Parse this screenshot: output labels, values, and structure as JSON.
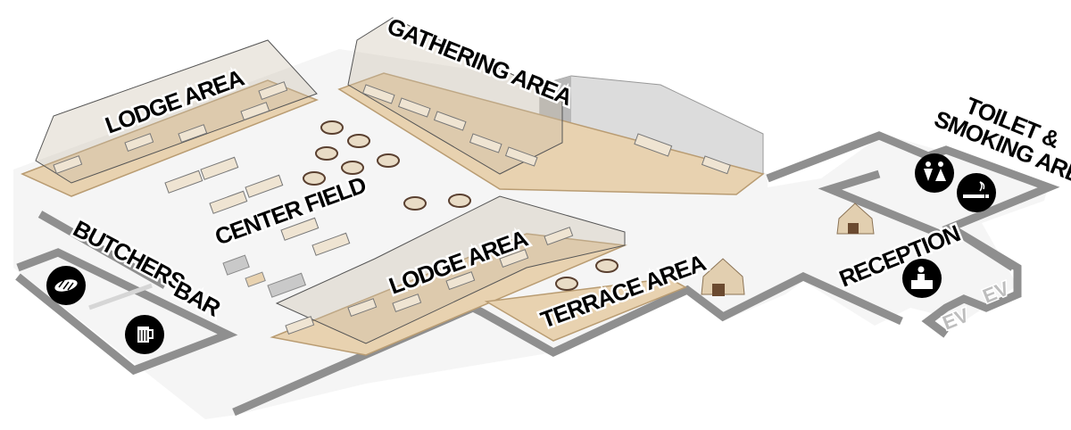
{
  "map": {
    "areas": {
      "lodge_area_top": "LODGE AREA",
      "gathering_area": "GATHERING AREA",
      "center_field": "CENTER FIELD",
      "lodge_area_middle": "LODGE AREA",
      "terrace_area": "TERRACE AREA",
      "butchers": "BUTCHERS",
      "bar": "BAR",
      "toilet_line1": "TOILET &",
      "toilet_line2": "SMOKING AREA",
      "reception": "RECEPTION",
      "ev_1": "EV",
      "ev_2": "EV"
    },
    "icons": [
      "meat-icon",
      "beer-mug-icon",
      "toilet-icon",
      "smoking-icon",
      "reception-desk-icon",
      "yurt-tent-icon"
    ],
    "colors": {
      "floor": "#f6f6f6",
      "wall": "#8f8f8f",
      "deck": "#e8d2b0",
      "icon_bg": "#000000",
      "label": "#000000"
    }
  }
}
